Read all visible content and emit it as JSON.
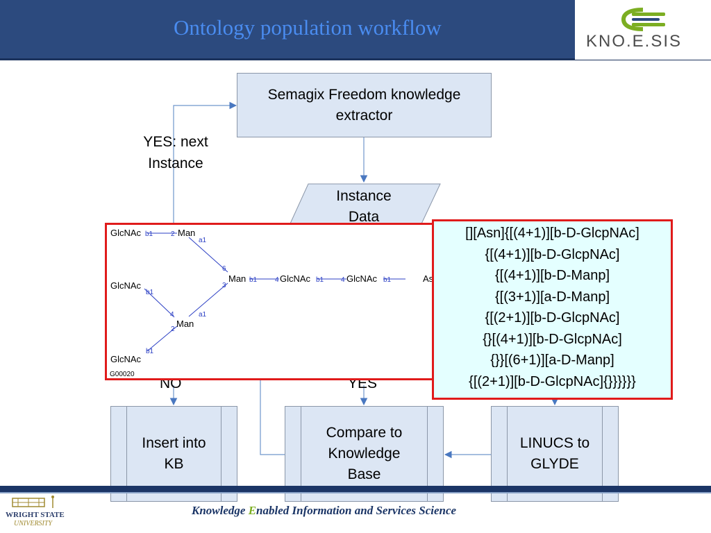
{
  "header": {
    "title": "Ontology population workflow",
    "logo_text": "KNO.E.SIS",
    "colors": {
      "bar": "#2c4a7e",
      "title": "#4a8cf0"
    }
  },
  "flow": {
    "extractor_label": "Semagix Freedom knowledge extractor",
    "instance_label": "Instance Data",
    "yes_next_label": "YES: next Instance",
    "no_label": "NO",
    "yes_label": "YES",
    "insert_label": "Insert into KB",
    "compare_label": "Compare to Knowledge Base",
    "linucs_label": "LINUCS to GLYDE"
  },
  "glycan": {
    "residues": {
      "glcnac_top": "GlcNAc",
      "man_top": "Man",
      "glcnac_mid": "GlcNAc",
      "man_center": "Man",
      "glcnac_chain1": "GlcNAc",
      "glcnac_chain2": "GlcNAc",
      "asn": "As",
      "man_lower": "Man",
      "glcnac_bottom": "GlcNAc"
    },
    "links": {
      "b1_top": "b1",
      "two_top": "2",
      "a1_upper": "a1",
      "six": "6",
      "three": "3",
      "b1_mid": "b1",
      "four_mid": "4",
      "a1_lower": "a1",
      "two_lower": "2",
      "b1_bottom": "b1",
      "b1_c1": "b1",
      "four_c1": "4",
      "b1_c2": "b1",
      "four_c2": "4",
      "b1_c3": "b1"
    },
    "id": "G00020"
  },
  "linucs": {
    "lines": [
      "[][Asn]{[(4+1)][b-D-GlcpNAc]",
      "{[(4+1)][b-D-GlcpNAc]",
      "{[(4+1)][b-D-Manp]",
      "{[(3+1)][a-D-Manp]",
      "{[(2+1)][b-D-GlcpNAc]",
      "{}[(4+1)][b-D-GlcpNAc]",
      "{}}[(6+1)][a-D-Manp]",
      "{[(2+1)][b-D-GlcpNAc]{}}}}}}"
    ]
  },
  "footer": {
    "text_before": "Knowledge ",
    "text_highlight": "E",
    "text_after": "nabled Information and Services Science",
    "wsu_name": "WRIGHT STATE",
    "wsu_univ": "UNIVERSITY"
  }
}
